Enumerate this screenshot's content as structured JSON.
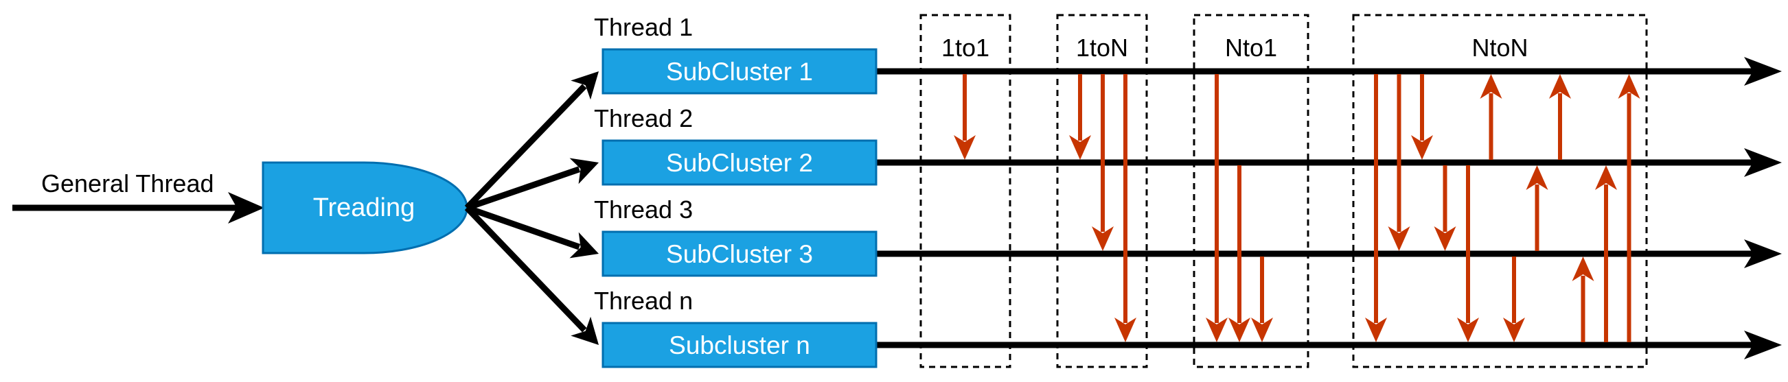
{
  "general_thread_label": "General Thread",
  "treading_label": "Treading",
  "threads": [
    {
      "thread_label": "Thread 1",
      "subcluster_label": "SubCluster 1"
    },
    {
      "thread_label": "Thread 2",
      "subcluster_label": "SubCluster 2"
    },
    {
      "thread_label": "Thread 3",
      "subcluster_label": "SubCluster 3"
    },
    {
      "thread_label": "Thread n",
      "subcluster_label": "Subcluster n"
    }
  ],
  "patterns": [
    {
      "label": "1to1",
      "arrows": [
        {
          "from": 0,
          "to": 1
        }
      ]
    },
    {
      "label": "1toN",
      "arrows": [
        {
          "from": 0,
          "to": 1
        },
        {
          "from": 0,
          "to": 2
        },
        {
          "from": 0,
          "to": 3
        }
      ]
    },
    {
      "label": "Nto1",
      "arrows": [
        {
          "from": 0,
          "to": 3
        },
        {
          "from": 1,
          "to": 3
        },
        {
          "from": 2,
          "to": 3
        }
      ]
    },
    {
      "label": "NtoN",
      "arrows": [
        {
          "from": 0,
          "to": 3
        },
        {
          "from": 0,
          "to": 2
        },
        {
          "from": 0,
          "to": 1
        },
        {
          "from": 1,
          "to": 2
        },
        {
          "from": 1,
          "to": 3
        },
        {
          "from": 1,
          "to": 0
        },
        {
          "from": 2,
          "to": 3
        },
        {
          "from": 2,
          "to": 1
        },
        {
          "from": 1,
          "to": 0
        },
        {
          "from": 3,
          "to": 2
        },
        {
          "from": 3,
          "to": 1
        },
        {
          "from": 3,
          "to": 0
        }
      ]
    }
  ],
  "colors": {
    "box_fill": "#1BA1E2",
    "box_stroke": "#006EAF",
    "box_text": "#ffffff",
    "arrow": "#C73500",
    "line": "#000000"
  }
}
